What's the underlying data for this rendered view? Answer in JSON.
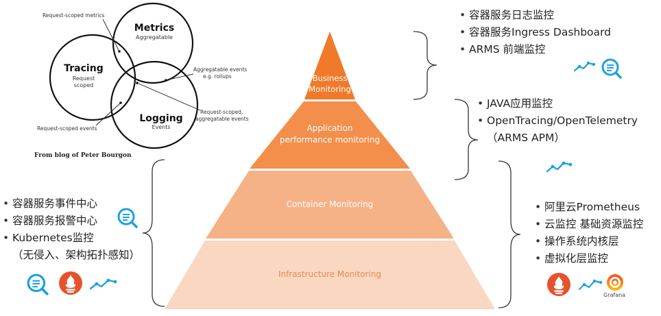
{
  "venn": {
    "circles": [
      {
        "title": "Metrics",
        "sub": "Aggregatable"
      },
      {
        "title": "Tracing",
        "sub1": "Request",
        "sub2": "scoped"
      },
      {
        "title": "Logging",
        "sub": "Events"
      }
    ],
    "annotations": {
      "request_scoped_metrics": "Request-scoped metrics",
      "aggregatable_events": "Aggregatable events",
      "rollups": "e.g. rollups",
      "request_scoped_aggregatable_1": "Request-scoped,",
      "request_scoped_aggregatable_2": "aggregatable events",
      "request_scoped_events": "Request-scoped events"
    },
    "credit": "From blog of Peter Bourgon"
  },
  "pyramid": {
    "levels": [
      {
        "line1": "Business",
        "line2": "Monitoring",
        "color": "#F07A2A"
      },
      {
        "line1": "Application",
        "line2": "performance monitoring",
        "color": "#F38E4B"
      },
      {
        "label": "Container Monitoring",
        "color": "#F6B287"
      },
      {
        "label": "Infrastructure Monitoring",
        "color": "#FAD7C0"
      }
    ]
  },
  "top_right": {
    "items": [
      "容器服务日志监控",
      "容器服务Ingress Dashboard",
      "ARMS 前端监控"
    ]
  },
  "mid_right": {
    "items": [
      "JAVA应用监控",
      "OpenTracing/OpenTelemetry"
    ],
    "continuation": "（ARMS APM）"
  },
  "bottom_left": {
    "items": [
      "容器服务事件中心",
      "容器服务报警中心",
      "Kubernetes监控"
    ],
    "continuation": "（无侵入、架构拓扑感知）"
  },
  "bottom_right": {
    "items": [
      "阿里云Prometheus",
      "云监控 基础资源监控",
      "操作系统内核层",
      "虚拟化层监控"
    ]
  },
  "grafana_label": "Grafana",
  "colors": {
    "accent_blue": "#1BA1E2",
    "prometheus_red": "#E6522C",
    "grafana_orange": "#F46800"
  }
}
